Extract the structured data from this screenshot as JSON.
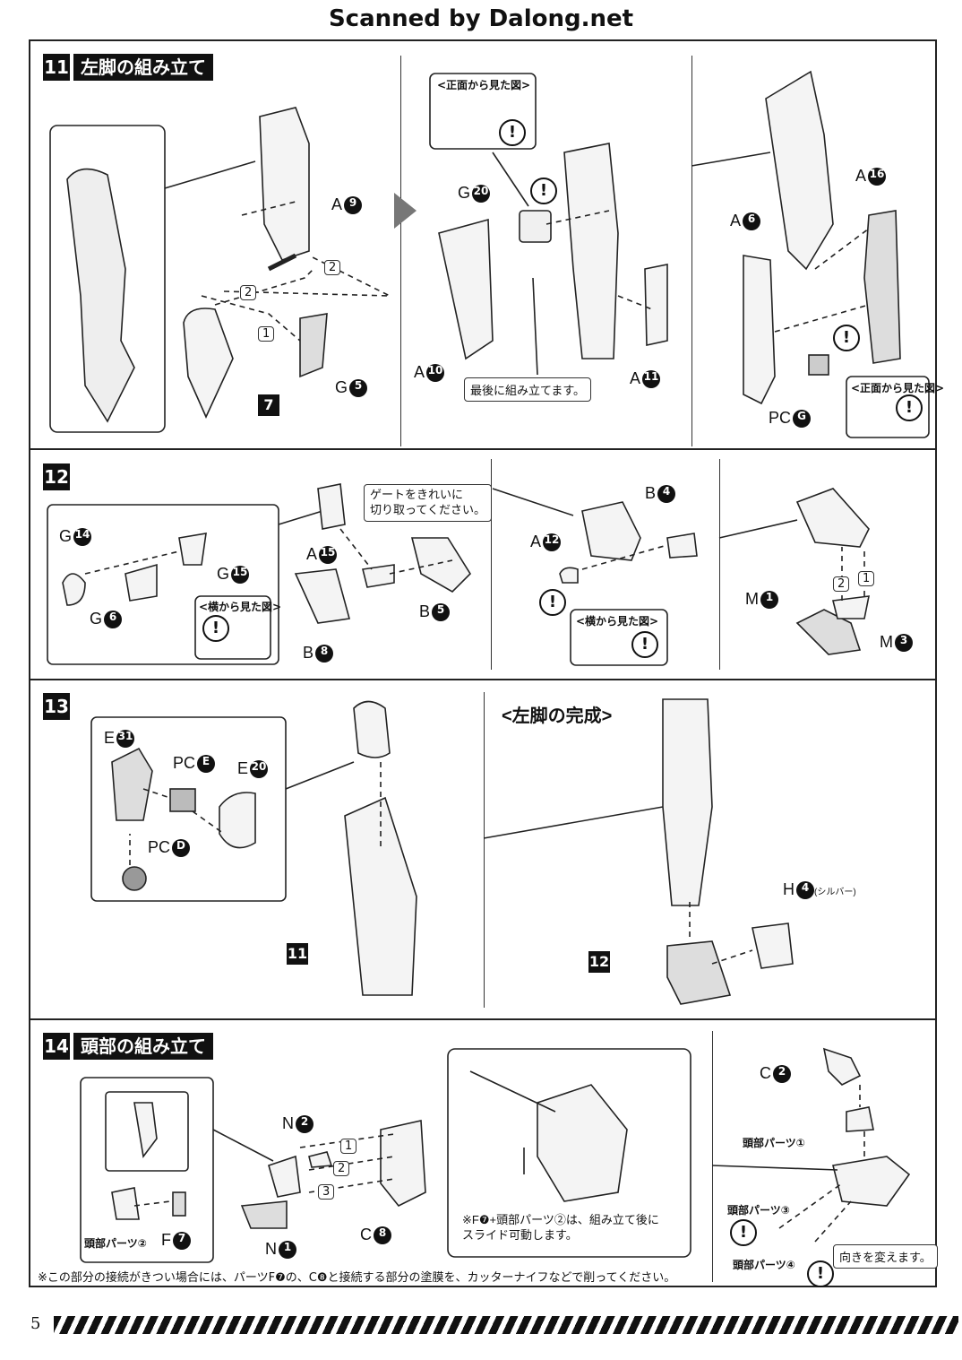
{
  "header": {
    "title": "Scanned by Dalong.net"
  },
  "page": {
    "number": "5"
  },
  "step11": {
    "num": "11",
    "title": "左脚の組み立て",
    "front_view": "<正面から見た図>",
    "front_view2": "<正面から見た図>",
    "note_last": "最後に組み立てます。",
    "labels": {
      "a9": "A",
      "a9n": "9",
      "g5": "G",
      "g5n": "5",
      "sq7": "7",
      "g20": "G",
      "g20n": "20",
      "a10": "A",
      "a10n": "10",
      "a11": "A",
      "a11n": "11",
      "a6": "A",
      "a6n": "6",
      "a16": "A",
      "a16n": "16",
      "pcg": "PC",
      "pcgn": "G",
      "s1": "1",
      "s2": "2",
      "s2b": "2"
    }
  },
  "step12": {
    "num": "12",
    "note_gate": "ゲートをきれいに\n切り取ってください。",
    "side_view": "<横から見た図>",
    "side_view2": "<横から見た図>",
    "labels": {
      "g14": "G",
      "g14n": "14",
      "g15": "G",
      "g15n": "15",
      "g6": "G",
      "g6n": "6",
      "a15": "A",
      "a15n": "15",
      "b5": "B",
      "b5n": "5",
      "b8": "B",
      "b8n": "8",
      "a12": "A",
      "a12n": "12",
      "b4": "B",
      "b4n": "4",
      "m1": "M",
      "m1n": "1",
      "m3": "M",
      "m3n": "3",
      "s1": "1",
      "s2": "2"
    }
  },
  "step13": {
    "num": "13",
    "complete": "<左脚の完成>",
    "silver": "(シルバー)",
    "labels": {
      "e31": "E",
      "e31n": "31",
      "pce": "PC",
      "pcen": "E",
      "e20": "E",
      "e20n": "20",
      "pcd": "PC",
      "pcdn": "D",
      "sq11": "11",
      "sq12": "12",
      "h4": "H",
      "h4n": "4"
    }
  },
  "step14": {
    "num": "14",
    "title": "頭部の組み立て",
    "head2": "頭部パーツ②",
    "head1": "頭部パーツ①",
    "head3": "頭部パーツ③",
    "head4": "頭部パーツ④",
    "note_slide": "※F❼+頭部パーツ②は、組み立て後に\nスライド可動します。",
    "note_dir": "向きを変えます。",
    "labels": {
      "f7": "F",
      "f7n": "7",
      "n2": "N",
      "n2n": "2",
      "n1": "N",
      "n1n": "1",
      "c8": "C",
      "c8n": "8",
      "c2": "C",
      "c2n": "2",
      "s1": "1",
      "s2": "2",
      "s3": "3"
    }
  },
  "bottom_note": "※この部分の接続がきつい場合には、パーツF❼の、C❽と接続する部分の塗膜を、カッターナイフなどで削ってください。"
}
